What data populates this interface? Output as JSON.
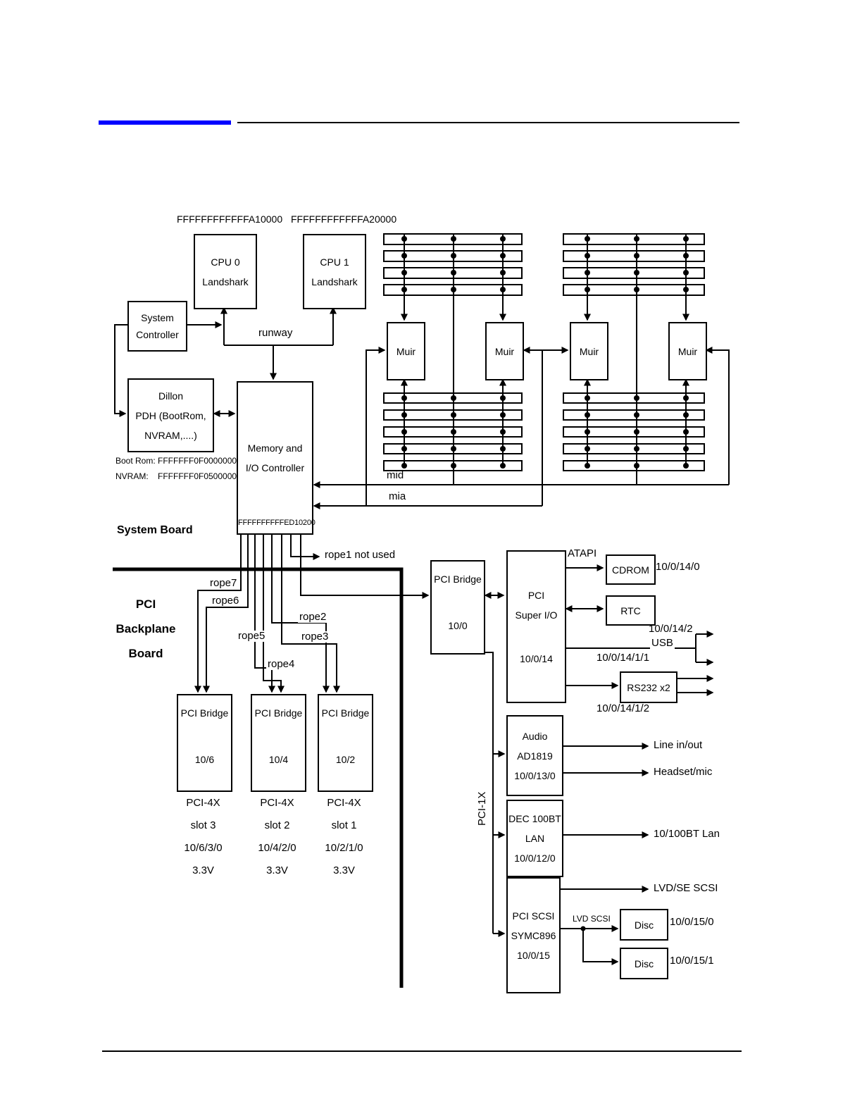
{
  "accent": {
    "rule_blue": "#0000ff",
    "line_black": "#000000"
  },
  "addresses": {
    "cpu0": "FFFFFFFFFFFFA10000",
    "cpu1": "FFFFFFFFFFFFA20000",
    "bootrom": "Boot Rom: FFFFFFF0F0000000",
    "nvram": "NVRAM:    FFFFFFF0F0500000",
    "memio": "FFFFFFFFFFED10200"
  },
  "boxes": {
    "cpu0": {
      "lines": [
        "CPU 0",
        "Landshark"
      ]
    },
    "cpu1": {
      "lines": [
        "CPU 1",
        "Landshark"
      ]
    },
    "system_controller": {
      "lines": [
        "System",
        "Controller"
      ]
    },
    "dillon": {
      "lines": [
        "Dillon",
        "PDH (BootRom,",
        "NVRAM,....)"
      ]
    },
    "memio": {
      "lines": [
        "Memory and",
        "I/O Controller"
      ]
    },
    "muir": {
      "label": "Muir"
    },
    "pci_bridge_10_0": {
      "lines": [
        "PCI Bridge",
        "10/0"
      ]
    },
    "pci_super_io": {
      "lines": [
        "PCI",
        "Super I/O",
        "10/0/14"
      ]
    },
    "cdrom": {
      "label": "CDROM"
    },
    "rtc": {
      "label": "RTC"
    },
    "rs232": {
      "label": "RS232 x2"
    },
    "audio": {
      "lines": [
        "Audio",
        "AD1819",
        "10/0/13/0"
      ]
    },
    "lan": {
      "lines": [
        "DEC 100BT",
        "LAN",
        "10/0/12/0"
      ]
    },
    "scsi": {
      "lines": [
        "PCI SCSI",
        "SYMC896",
        "10/0/15"
      ]
    },
    "disc1": {
      "label": "Disc"
    },
    "disc2": {
      "label": "Disc"
    },
    "pci_bridge_10_6": {
      "lines": [
        "PCI Bridge",
        "10/6"
      ]
    },
    "pci_bridge_10_4": {
      "lines": [
        "PCI Bridge",
        "10/4"
      ]
    },
    "pci_bridge_10_2": {
      "lines": [
        "PCI Bridge",
        "10/2"
      ]
    }
  },
  "slots": [
    {
      "lines": [
        "PCI-4X",
        "slot 3",
        "10/6/3/0",
        "3.3V"
      ]
    },
    {
      "lines": [
        "PCI-4X",
        "slot 2",
        "10/4/2/0",
        "3.3V"
      ]
    },
    {
      "lines": [
        "PCI-4X",
        "slot 1",
        "10/2/1/0",
        "3.3V"
      ]
    }
  ],
  "labels": {
    "runway": "runway",
    "system_board": "System Board",
    "mid": "mid",
    "mia": "mia",
    "rope1": "rope1 not used",
    "rope7": "rope7",
    "rope6": "rope6",
    "rope5": "rope5",
    "rope4": "rope4",
    "rope2": "rope2",
    "rope3": "rope3",
    "backplane": [
      "PCI",
      "Backplane",
      "Board"
    ],
    "pci_1x": "PCI-1X",
    "atapi": "ATAPI",
    "usb": "USB",
    "lvd_scsi": "LVD SCSI",
    "line_in_out": "Line in/out",
    "headset_mic": "Headset/mic",
    "lan_out": "10/100BT Lan",
    "scsi_out": "LVD/SE SCSI"
  },
  "paths": {
    "cdrom": "10/0/14/0",
    "usb": "10/0/14/2",
    "serial1": "10/0/14/1/1",
    "serial2": "10/0/14/1/2",
    "disc1": "10/0/15/0",
    "disc2": "10/0/15/1"
  }
}
